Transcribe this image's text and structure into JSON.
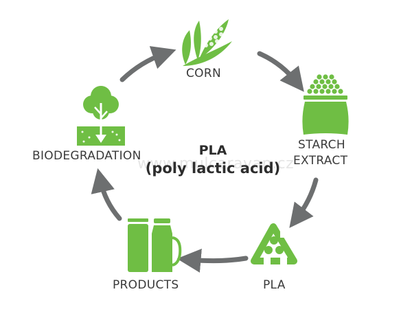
{
  "colors": {
    "green": "#6fbe44",
    "arrow": "#6d6f70",
    "text": "#3a3a3a"
  },
  "center": {
    "line1": "PLA",
    "line2": "(poly lactic acid)"
  },
  "watermark": "www.mulcaravan.cz",
  "nodes": {
    "corn": {
      "label": "CORN",
      "icon": "corn-icon"
    },
    "starch": {
      "label_line1": "STARCH",
      "label_line2": "EXTRACT",
      "icon": "starch-sack-icon"
    },
    "pla": {
      "label": "PLA",
      "icon": "recycle-icon"
    },
    "products": {
      "label": "PRODUCTS",
      "icon": "bottles-icon"
    },
    "biodegradation": {
      "label": "BIODEGRADATION",
      "icon": "tree-soil-icon"
    }
  }
}
